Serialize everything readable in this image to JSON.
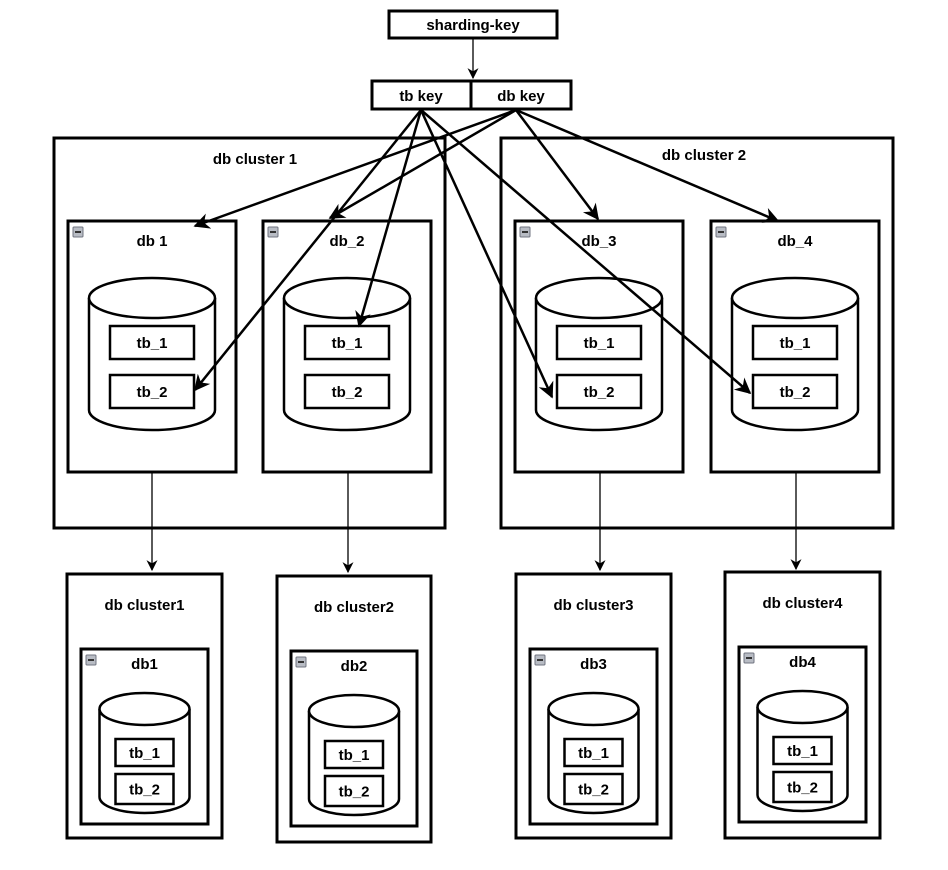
{
  "diagram": {
    "title": "sharding-key",
    "keys": [
      {
        "id": "tb",
        "label": "tb key"
      },
      {
        "id": "db",
        "label": "db key"
      }
    ],
    "logical_clusters": [
      {
        "label": "db cluster 1",
        "dbs": [
          {
            "label": "db 1",
            "tables": [
              "tb_1",
              "tb_2"
            ]
          },
          {
            "label": "db_2",
            "tables": [
              "tb_1",
              "tb_2"
            ]
          }
        ]
      },
      {
        "label": "db cluster 2",
        "dbs": [
          {
            "label": "db_3",
            "tables": [
              "tb_1",
              "tb_2"
            ]
          },
          {
            "label": "db_4",
            "tables": [
              "tb_1",
              "tb_2"
            ]
          }
        ]
      }
    ],
    "physical_clusters": [
      {
        "label": "db cluster1",
        "db": "db1",
        "tables": [
          "tb_1",
          "tb_2"
        ]
      },
      {
        "label": "db cluster2",
        "db": "db2",
        "tables": [
          "tb_1",
          "tb_2"
        ]
      },
      {
        "label": "db cluster3",
        "db": "db3",
        "tables": [
          "tb_1",
          "tb_2"
        ]
      },
      {
        "label": "db cluster4",
        "db": "db4",
        "tables": [
          "tb_1",
          "tb_2"
        ]
      }
    ],
    "edges": [
      {
        "from": "sharding-key",
        "to": "keys"
      },
      {
        "from": "db key",
        "to": "db 1"
      },
      {
        "from": "db key",
        "to": "db_2"
      },
      {
        "from": "db key",
        "to": "db_3"
      },
      {
        "from": "db key",
        "to": "db_4"
      },
      {
        "from": "tb key",
        "to": "db 1/tb_2"
      },
      {
        "from": "tb key",
        "to": "db_2/tb_1"
      },
      {
        "from": "tb key",
        "to": "db_3/tb_2"
      },
      {
        "from": "tb key",
        "to": "db_4/tb_2"
      },
      {
        "from": "db 1",
        "to": "db cluster1"
      },
      {
        "from": "db_2",
        "to": "db cluster2"
      },
      {
        "from": "db_3",
        "to": "db cluster3"
      },
      {
        "from": "db_4",
        "to": "db cluster4"
      }
    ],
    "collapse_icon": "minus-square-icon"
  }
}
